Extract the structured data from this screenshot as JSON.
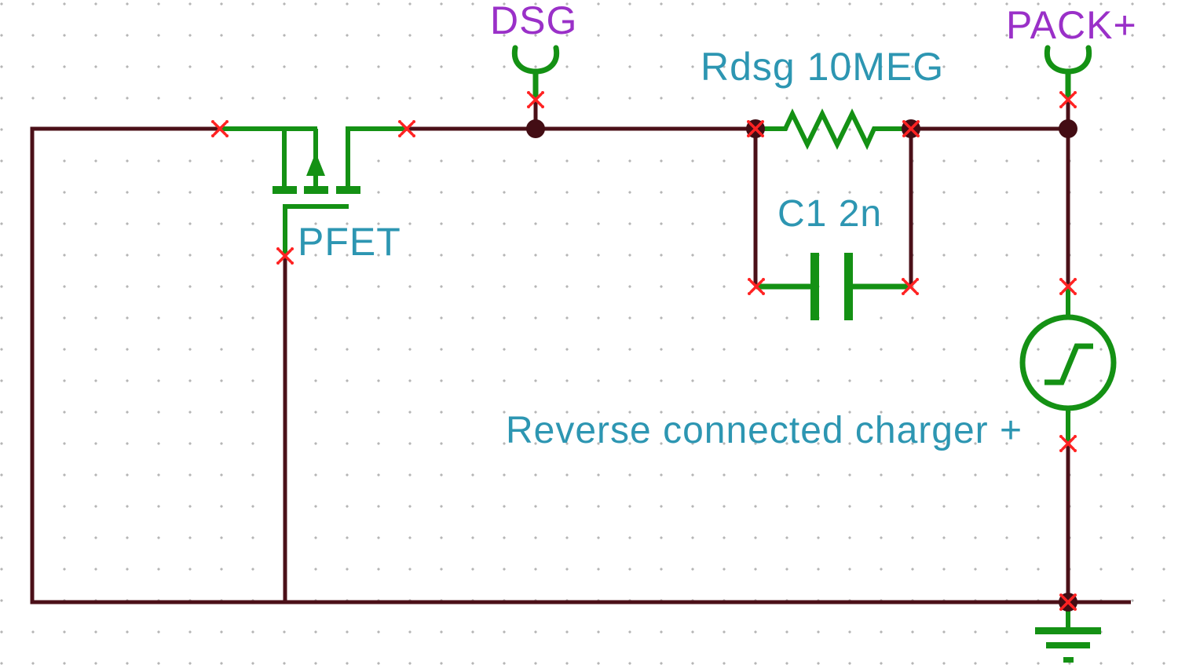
{
  "app": {
    "view": "circuit-schematic"
  },
  "colors": {
    "background": "#FFFFFF",
    "grid_dot": "#B5B5B5",
    "wire": "#4B1018",
    "component_green": "#149114",
    "value_label_teal": "#2D96B2",
    "port_label_purple": "#9A30C8",
    "pin_marker_red": "#FF2222"
  },
  "ports": {
    "dsg": {
      "label": "DSG"
    },
    "pack": {
      "label": "PACK+"
    }
  },
  "components": {
    "pfet": {
      "label": "PFET",
      "kind": "p-channel MOSFET"
    },
    "rdsg": {
      "label": "Rdsg 10MEG",
      "kind": "resistor"
    },
    "c1": {
      "label": "C1 2n",
      "kind": "capacitor"
    },
    "charger": {
      "label": "Reverse connected charger +",
      "kind": "voltage source"
    }
  }
}
